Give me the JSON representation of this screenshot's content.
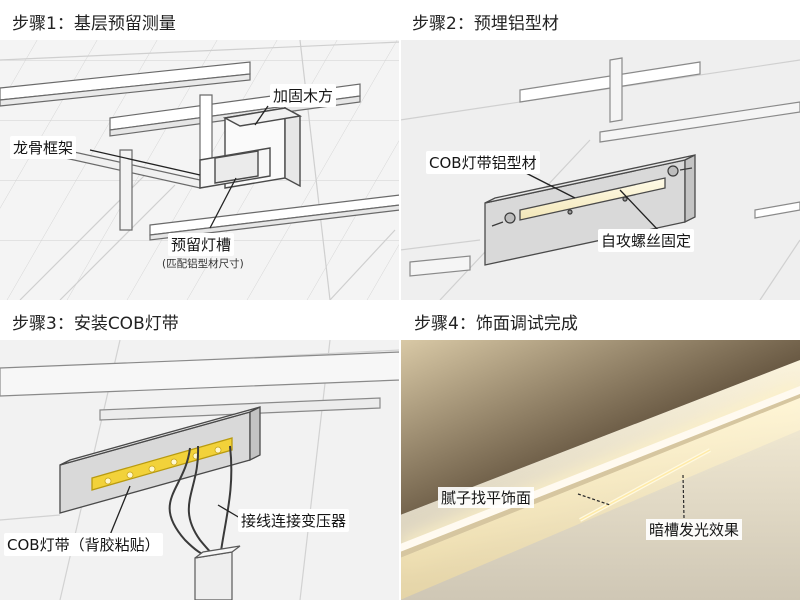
{
  "steps": [
    {
      "title": "步骤1：基层预留测量",
      "callouts": {
        "wood_block": "加固木方",
        "keel_frame": "龙骨框架",
        "light_slot": "预留灯槽",
        "light_slot_note": "(匹配铝型材尺寸)"
      }
    },
    {
      "title": "步骤2：预埋铝型材",
      "callouts": {
        "profile": "COB灯带铝型材",
        "screws": "自攻螺丝固定"
      }
    },
    {
      "title": "步骤3：安装COB灯带",
      "callouts": {
        "cob_strip": "COB灯带（背胶粘贴）",
        "wiring": "接线连接变压器"
      }
    },
    {
      "title": "步骤4：饰面调试完成",
      "callouts": {
        "putty": "腻子找平饰面",
        "glow": "暗槽发光效果"
      }
    }
  ],
  "colors": {
    "line_dark": "#4a4a4a",
    "line_light": "#c9c9c9",
    "led_yellow": "#f2d23a",
    "metal": "#d8d8d8",
    "warm_light": "#fff1c4",
    "ceiling_dark": "#2b2622"
  }
}
